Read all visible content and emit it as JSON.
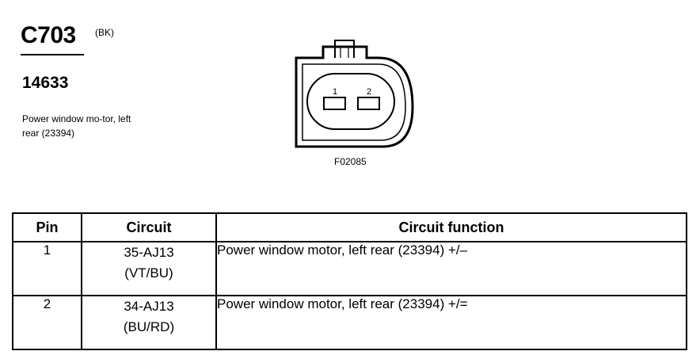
{
  "header": {
    "connector_id": "C703",
    "color_code": "(BK)",
    "part_number": "14633",
    "description": "Power window mo-tor, left rear (23394)"
  },
  "diagram": {
    "pin_labels": [
      "1",
      "2"
    ],
    "figure_code": "F02085"
  },
  "table": {
    "headers": [
      "Pin",
      "Circuit",
      "Circuit function"
    ],
    "rows": [
      {
        "pin": "1",
        "circuit_line1": "35-AJ13",
        "circuit_line2": "(VT/BU)",
        "function": "Power window motor, left rear (23394) +/–"
      },
      {
        "pin": "2",
        "circuit_line1": "34-AJ13",
        "circuit_line2": "(BU/RD)",
        "function": "Power window motor, left rear (23394) +/="
      }
    ]
  }
}
